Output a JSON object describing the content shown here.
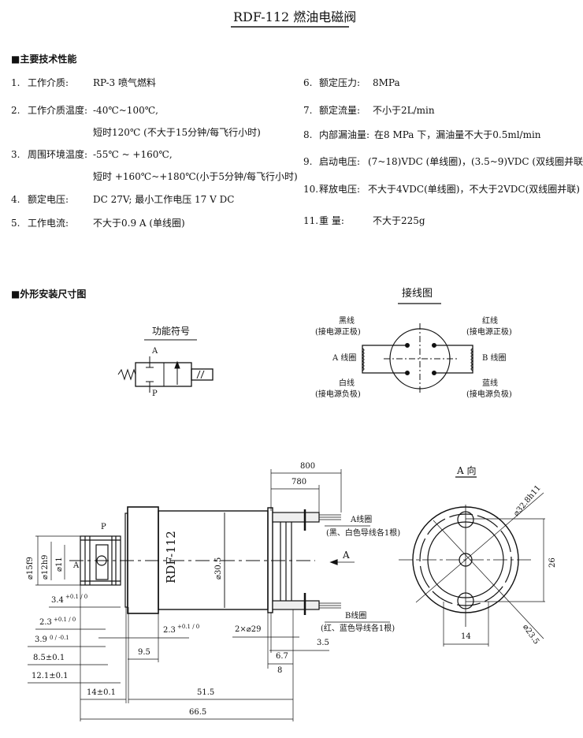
{
  "title": "RDF-112 燃油电磁阀",
  "specs_heading": "■主要技术性能",
  "specs_left": [
    {
      "num": "1.",
      "label": "工作介质:",
      "value": "RP-3 喷气燃料"
    },
    {
      "num": "2.",
      "label": "工作介质温度:",
      "value": "-40℃~100℃,",
      "value2": "短时120℃ (不大于15分钟/每飞行小时)"
    },
    {
      "num": "3.",
      "label": "周围环境温度:",
      "value": "-55℃ ~ +160℃,",
      "value2": "短时 +160℃~+180℃(小于5分钟/每飞行小时)"
    },
    {
      "num": "4.",
      "label": "额定电压:",
      "value": "DC 27V; 最小工作电压  17 V DC"
    },
    {
      "num": "5.",
      "label": "工作电流:",
      "value": "不大于0.9 A (单线圈)"
    }
  ],
  "specs_right": [
    {
      "num": "6.",
      "label": "额定压力:",
      "value": "8MPa"
    },
    {
      "num": "7.",
      "label": "额定流量:",
      "value": "不小于2L/min"
    },
    {
      "num": "8.",
      "label": "内部漏油量:",
      "value": "在8 MPa 下，漏油量不大于0.5ml/min"
    },
    {
      "num": "9.",
      "label": "启动电压:",
      "value": "(7~18)VDC (单线圈)，(3.5~9)VDC (双线圈并联)"
    },
    {
      "num": "10.",
      "label": "释放电压:",
      "value": "不大于4VDC(单线圈)，不大于2VDC(双线圈并联)"
    },
    {
      "num": "11.",
      "label": "重   量:",
      "value": "不大于225g"
    }
  ],
  "dims_heading": "■外形安装尺寸图",
  "symbol": {
    "title": "功能符号",
    "port_a": "A",
    "port_p": "P"
  },
  "wiring": {
    "title": "接线图",
    "black": "黑线",
    "pos": "(接电源正极)",
    "red": "红线",
    "white": "白线",
    "neg": "(接电源负极)",
    "blue": "蓝线",
    "coil_a": "A 线圈",
    "coil_b": "B 线圈"
  },
  "drawing": {
    "model": "RDF-112",
    "d30": "⌀30.5",
    "d15": "⌀15f9",
    "d12": "⌀12h9",
    "d11": "⌀11",
    "a": "A",
    "p": "P",
    "l800": "800",
    "l780": "780",
    "coil_a": "A线圈",
    "coil_a_note": "(黑、白色导线各1根)",
    "coil_b": "B线圈",
    "coil_b_note": "(红、蓝色导线各1根)",
    "view_a": "A",
    "d2x29": "2×⌀29",
    "l3_5": "3.5",
    "l6_7": "6.7",
    "l8": "8",
    "l51_5": "51.5",
    "l66_5": "66.5",
    "l14": "14±0.1",
    "l12_1": "12.1±0.1",
    "l8_5": "8.5±0.1",
    "l3_9": "3.9",
    "l3_9_tol": "0 / -0.1",
    "l2_3a": "2.3",
    "l2_3a_tol": "+0.1 / 0",
    "l3_4": "3.4",
    "l3_4_tol": "+0.1 / 0",
    "l2_3b": "2.3",
    "l2_3b_tol": "+0.1 / 0",
    "l9_5": "9.5"
  },
  "view": {
    "title": "A 向",
    "d32": "⌀32.8h11",
    "d23": "⌀23.5",
    "l26": "26",
    "l14": "14"
  }
}
